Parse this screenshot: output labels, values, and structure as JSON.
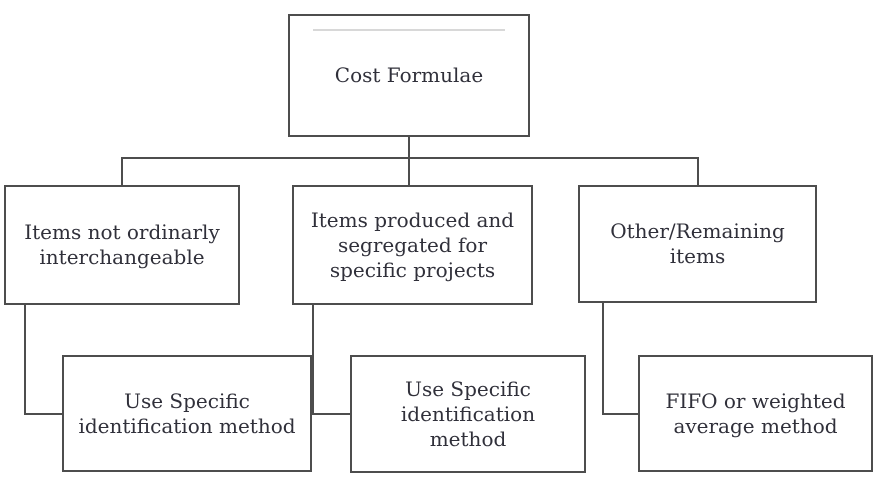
{
  "nodes": {
    "root": {
      "label": "Cost Formulae"
    },
    "branch_1": {
      "label": "Items not ordinarly\ninterchangeable"
    },
    "branch_2": {
      "label": "Items produced and\nsegregated for\nspecific projects"
    },
    "branch_3": {
      "label": "Other/Remaining\nitems"
    },
    "leaf_1": {
      "label": "Use Specific\nidentification method"
    },
    "leaf_2": {
      "label": "Use Specific\nidentification method"
    },
    "leaf_3": {
      "label": "FIFO or weighted\naverage method"
    }
  },
  "edges": [
    {
      "from": "root",
      "to": "branch_1"
    },
    {
      "from": "root",
      "to": "branch_2"
    },
    {
      "from": "root",
      "to": "branch_3"
    },
    {
      "from": "branch_1",
      "to": "leaf_1"
    },
    {
      "from": "branch_2",
      "to": "leaf_2"
    },
    {
      "from": "branch_3",
      "to": "leaf_3"
    }
  ],
  "colors": {
    "box_border": "#4d4d4d",
    "connector": "#4d4d4d",
    "text": "#30303a",
    "title_rule": "#d8d8d8",
    "background": "#ffffff"
  }
}
